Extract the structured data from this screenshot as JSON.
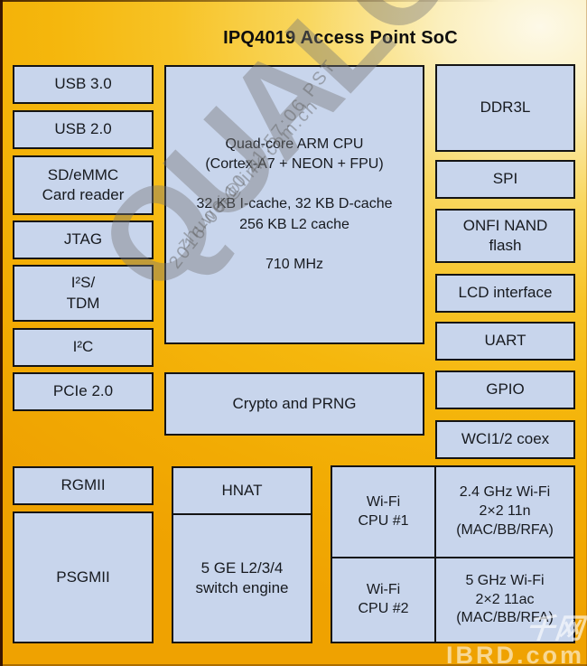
{
  "title": "IPQ4019 Access Point SoC",
  "blocks": {
    "usb3": "USB 3.0",
    "usb2": "USB 2.0",
    "sd_emmc": "SD/eMMC\nCard reader",
    "jtag": "JTAG",
    "i2s_tdm": "I²S/\nTDM",
    "i2c": "I²C",
    "pcie": "PCIe 2.0",
    "cpu": "Quad-core ARM CPU\n(Cortex-A7 + NEON + FPU)\n\n32 KB I-cache, 32 KB D-cache\n256 KB L2 cache\n\n710 MHz",
    "crypto": "Crypto and PRNG",
    "ddr3l": "DDR3L",
    "spi": "SPI",
    "onfi_nand": "ONFI NAND\nflash",
    "lcd": "LCD interface",
    "uart": "UART",
    "gpio": "GPIO",
    "wci_coex": "WCI1/2 coex",
    "rgmii": "RGMII",
    "psgmii": "PSGMII",
    "hnat": "HNAT",
    "switch_engine": "5 GE L2/3/4\nswitch engine",
    "wifi_cpu1": "Wi-Fi\nCPU #1",
    "wifi_24g": "2.4 GHz Wi-Fi\n2×2 11n\n(MAC/BB/RFA)",
    "wifi_cpu2": "Wi-Fi\nCPU #2",
    "wifi_5g": "5 GHz Wi-Fi\n2×2 11ac\n(MAC/BB/RFA)"
  },
  "watermark": {
    "brand": "QUALC",
    "timestamp": "2016-06-10 21:57:06 PST",
    "email": "zhuwei@link.com.ch",
    "site_logo": "千网",
    "site_url": "IBRD.com"
  },
  "colors": {
    "block_fill": "#c8d5ec",
    "block_border": "#141414",
    "background_gold": "#f5b70d",
    "background_pale": "#fdf9e8"
  }
}
